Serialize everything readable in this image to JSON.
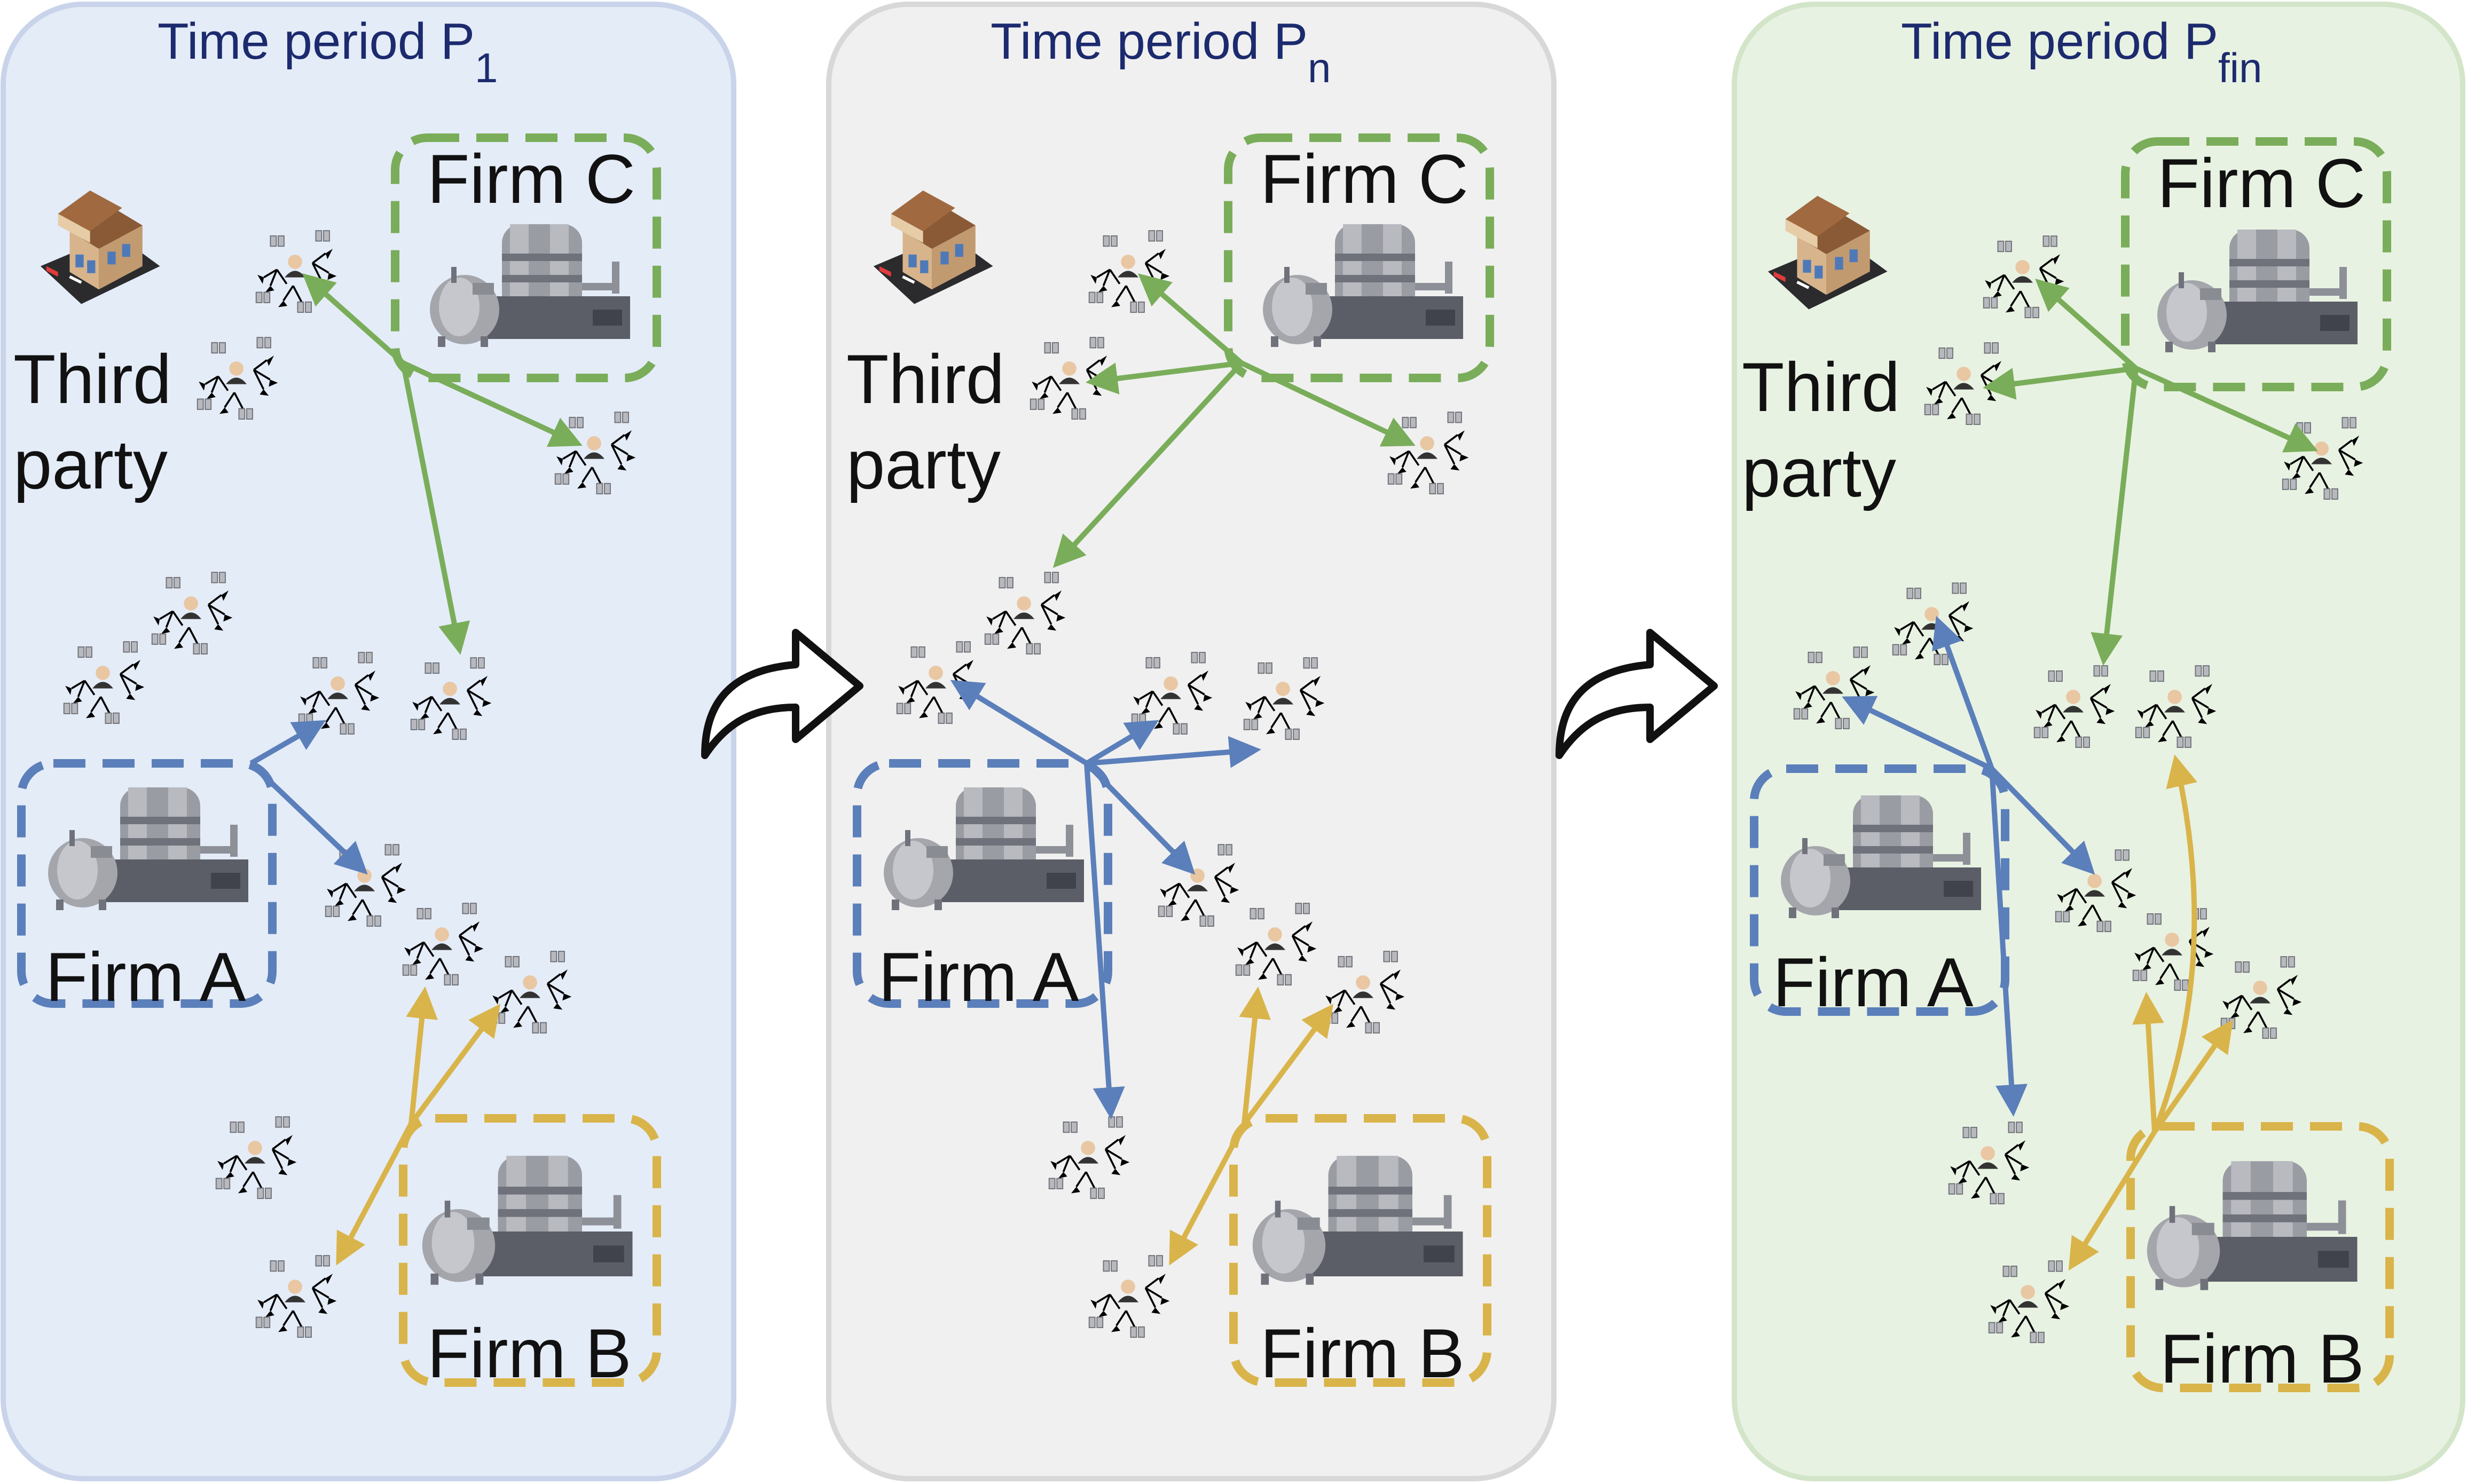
{
  "colors": {
    "title": "#1c2a6e",
    "firm_a": "#5b7fba",
    "firm_b": "#d9b44a",
    "firm_c": "#7aad5a",
    "panel1_fill": "#e4ecf8",
    "panel2_fill": "#f0f0f0",
    "panel3_fill": "#e8f2e2"
  },
  "panels": [
    {
      "title_main": "Time period P",
      "title_sub": "1"
    },
    {
      "title_main": "Time period P",
      "title_sub": "n"
    },
    {
      "title_main": "Time period P",
      "title_sub": "fin"
    }
  ],
  "labels": {
    "firm_a": "Firm A",
    "firm_b": "Firm B",
    "firm_c": "Firm C",
    "third_line1": "Third",
    "third_line2": "party"
  },
  "icons": {
    "transition": "curved-arrow-icon",
    "factory": "factory-icon",
    "building": "building-icon",
    "consumer_group": "consumer-group-icon"
  }
}
